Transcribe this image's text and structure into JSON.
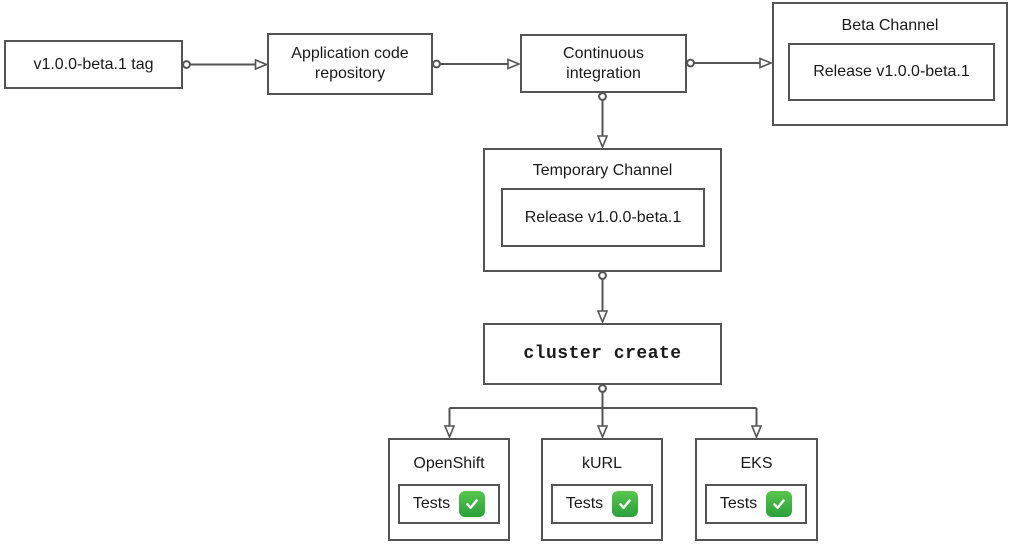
{
  "diagram": {
    "nodes": {
      "tag": {
        "label": "v1.0.0-beta.1 tag"
      },
      "repository": {
        "label": "Application code repository"
      },
      "ci": {
        "label": "Continuous integration"
      },
      "beta_channel": {
        "title": "Beta Channel",
        "release_label": "Release v1.0.0-beta.1"
      },
      "temporary_channel": {
        "title": "Temporary Channel",
        "release_label": "Release v1.0.0-beta.1"
      },
      "cluster_create": {
        "label": "cluster create"
      },
      "clusters": [
        {
          "title": "OpenShift",
          "tests_label": "Tests",
          "status_icon": "check-mark-button-icon"
        },
        {
          "title": "kURL",
          "tests_label": "Tests",
          "status_icon": "check-mark-button-icon"
        },
        {
          "title": "EKS",
          "tests_label": "Tests",
          "status_icon": "check-mark-button-icon"
        }
      ]
    },
    "edges": [
      {
        "from": "tag",
        "to": "repository"
      },
      {
        "from": "repository",
        "to": "ci"
      },
      {
        "from": "ci",
        "to": "beta_channel"
      },
      {
        "from": "ci",
        "to": "temporary_channel"
      },
      {
        "from": "temporary_channel",
        "to": "cluster_create"
      },
      {
        "from": "cluster_create",
        "to": "openshift"
      },
      {
        "from": "cluster_create",
        "to": "kurl"
      },
      {
        "from": "cluster_create",
        "to": "eks"
      }
    ],
    "colors": {
      "stroke_color": "#545454",
      "text_color": "#1a1a1a",
      "node_fill": "#ffffff",
      "check_green_top": "#58c64d",
      "check_green_bottom": "#2ba03a",
      "check_mark": "#ffffff"
    }
  }
}
